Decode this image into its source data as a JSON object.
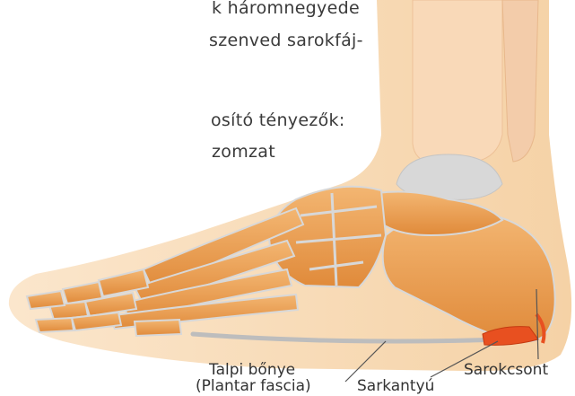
{
  "intro_text": {
    "line1": "k háromnegyede",
    "line2": " szenved sarokfáj-",
    "line3": "osító tényezők:",
    "line4": "zomzat"
  },
  "labels": {
    "plantar_line1": "Talpi bőnye",
    "plantar_line2": "(Plantar fascia)",
    "spur": "Sarkantyú",
    "heel_bone": "Sarokcsont"
  },
  "colors": {
    "skin": "#f7d9b3",
    "bone": "#e99a47",
    "joint": "#d8d8d8",
    "spur": "#e85020"
  }
}
